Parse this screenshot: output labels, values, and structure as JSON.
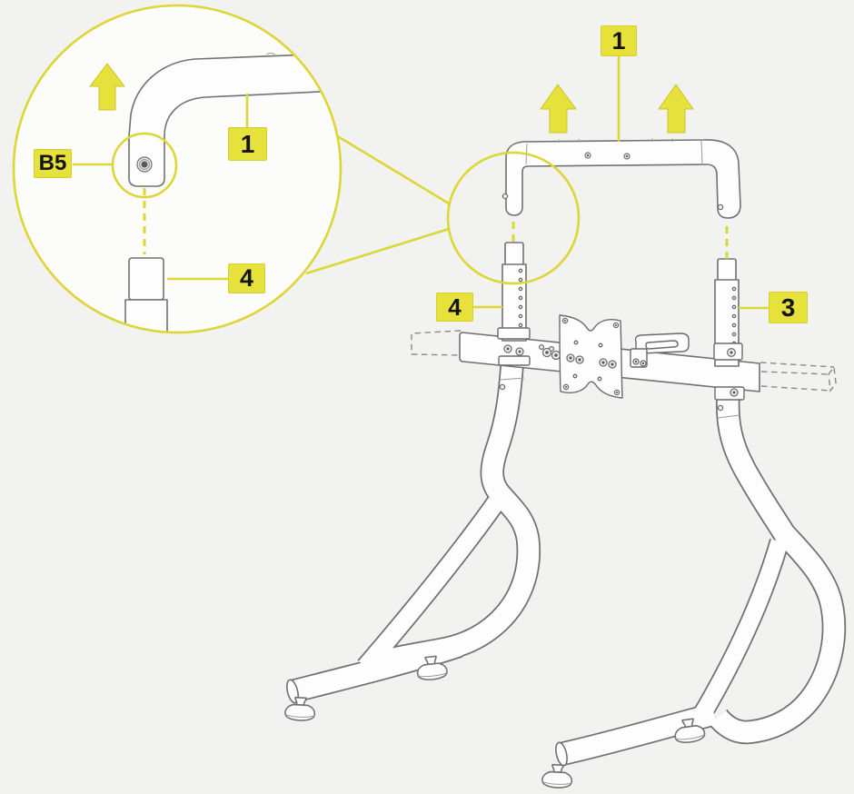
{
  "figure": {
    "type": "assembly-instruction-diagram",
    "background": "#f2f2f1",
    "accent_fill": "#e7e13c",
    "accent_line": "#dcd636",
    "icons": {
      "direction_arrow": "up-arrow"
    },
    "callout": {
      "part_label": "1",
      "hardware_label": "B5",
      "post_label": "4"
    },
    "main": {
      "top_bar_label": "1",
      "left_post_label": "4",
      "right_post_label": "3"
    }
  }
}
